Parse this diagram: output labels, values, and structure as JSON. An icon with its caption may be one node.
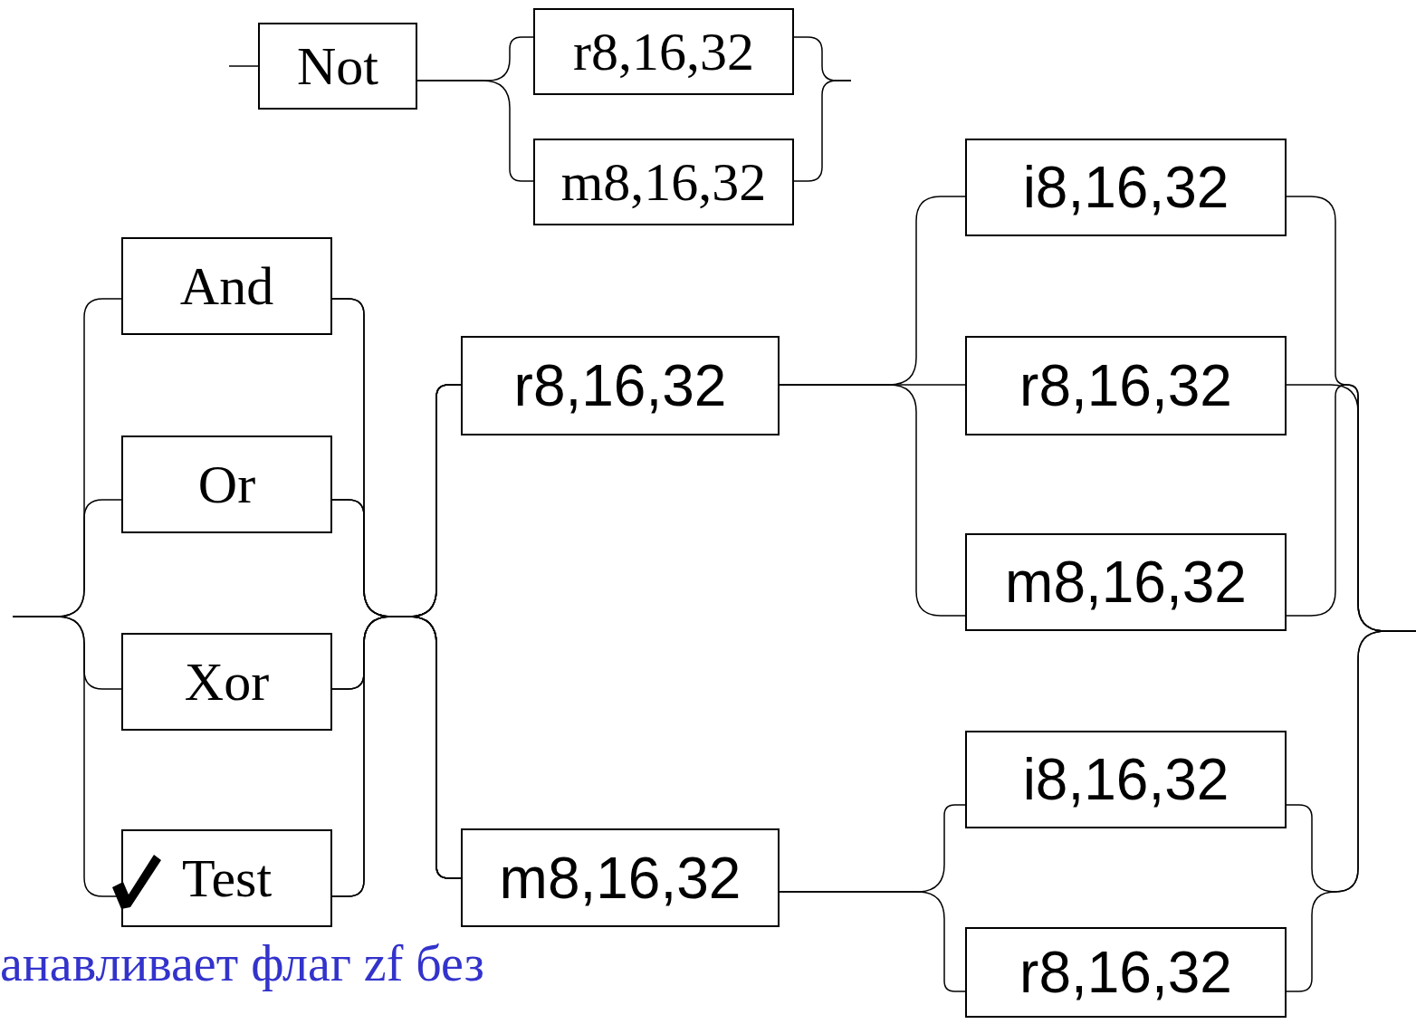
{
  "diagram": {
    "nodes": [
      {
        "text": [
          "Not"
        ]
      },
      {
        "text": [
          "r8,16,32"
        ]
      },
      {
        "text": [
          "m8,16,32"
        ]
      },
      {
        "text": [
          "And"
        ]
      },
      {
        "text": [
          "Or"
        ]
      },
      {
        "text": [
          "Xor"
        ]
      },
      {
        "text": [
          "Test"
        ]
      },
      {
        "text": [
          "r8,16,32"
        ]
      },
      {
        "text": [
          "m8,16,32"
        ]
      },
      {
        "text": [
          "i8,16,32"
        ]
      },
      {
        "text": [
          "r8,16,32"
        ]
      },
      {
        "text": [
          "m8,16,32"
        ]
      },
      {
        "text": [
          "i8,16,32"
        ]
      },
      {
        "text": [
          "r8,16,32"
        ]
      }
    ],
    "edges": [
      {
        "from": null,
        "to": 0,
        "arrow": "none"
      },
      {
        "from": 0,
        "to": 1,
        "arrow": "none"
      },
      {
        "from": 0,
        "to": 2,
        "arrow": "none"
      },
      {
        "from": 1,
        "to": null,
        "arrow": "none"
      },
      {
        "from": 2,
        "to": null,
        "arrow": "none"
      },
      {
        "from": null,
        "to": 3,
        "arrow": "none"
      },
      {
        "from": null,
        "to": 4,
        "arrow": "none"
      },
      {
        "from": null,
        "to": 5,
        "arrow": "none"
      },
      {
        "from": null,
        "to": 6,
        "arrow": "none"
      },
      {
        "from": 3,
        "to": 7,
        "arrow": "none"
      },
      {
        "from": 4,
        "to": 7,
        "arrow": "none"
      },
      {
        "from": 5,
        "to": 7,
        "arrow": "none"
      },
      {
        "from": 6,
        "to": 7,
        "arrow": "none"
      },
      {
        "from": 3,
        "to": 8,
        "arrow": "none"
      },
      {
        "from": 4,
        "to": 8,
        "arrow": "none"
      },
      {
        "from": 5,
        "to": 8,
        "arrow": "none"
      },
      {
        "from": 6,
        "to": 8,
        "arrow": "none"
      },
      {
        "from": 7,
        "to": 9,
        "arrow": "none"
      },
      {
        "from": 7,
        "to": 10,
        "arrow": "none"
      },
      {
        "from": 7,
        "to": 11,
        "arrow": "none"
      },
      {
        "from": 8,
        "to": 12,
        "arrow": "none"
      },
      {
        "from": 8,
        "to": 13,
        "arrow": "none"
      },
      {
        "from": 9,
        "to": null,
        "arrow": "none"
      },
      {
        "from": 10,
        "to": null,
        "arrow": "none"
      },
      {
        "from": 11,
        "to": null,
        "arrow": "none"
      },
      {
        "from": 12,
        "to": null,
        "arrow": "none"
      },
      {
        "from": 13,
        "to": null,
        "arrow": "none"
      }
    ],
    "labels": [
      "анавливает флаг zf без"
    ]
  }
}
